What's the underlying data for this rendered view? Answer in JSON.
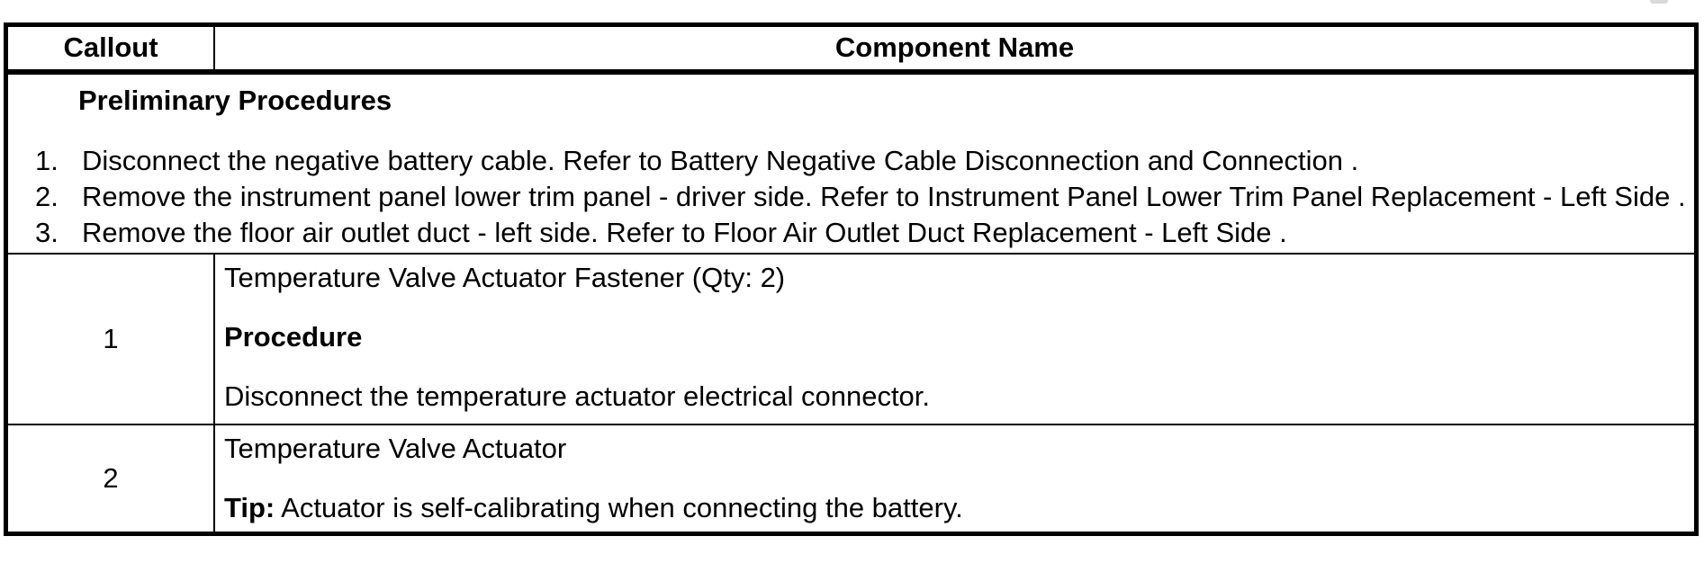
{
  "table": {
    "header": {
      "callout": "Callout",
      "component": "Component Name"
    },
    "preliminary": {
      "heading": "Preliminary Procedures",
      "steps": [
        {
          "num": "1.",
          "text": "Disconnect the negative battery cable. Refer to Battery Negative Cable Disconnection and Connection ."
        },
        {
          "num": "2.",
          "text": "Remove the instrument panel lower trim panel - driver side. Refer to Instrument Panel Lower Trim Panel Replacement - Left Side ."
        },
        {
          "num": "3.",
          "text": "Remove the floor air outlet duct - left side. Refer to Floor Air Outlet Duct Replacement - Left Side ."
        }
      ]
    },
    "rows": [
      {
        "callout": "1",
        "component": "Temperature Valve Actuator Fastener (Qty: 2)",
        "procedure_heading": "Procedure",
        "procedure_text": "Disconnect the temperature actuator electrical connector."
      },
      {
        "callout": "2",
        "component": "Temperature Valve Actuator",
        "tip_label": "Tip:",
        "tip_text": " Actuator is self-calibrating when connecting the battery."
      }
    ]
  }
}
